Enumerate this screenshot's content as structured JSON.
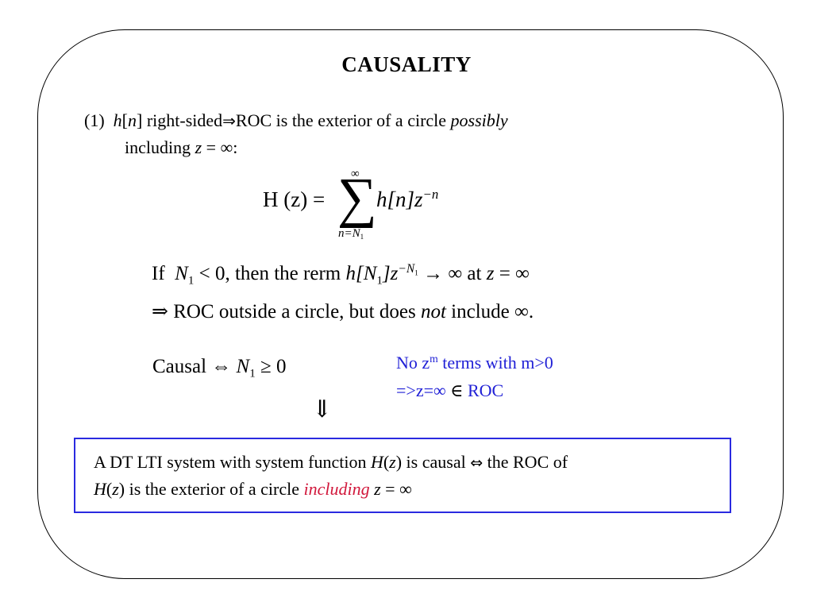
{
  "slide": {
    "title": "CAUSALITY",
    "item1": {
      "number": "(1)",
      "h": "h",
      "n": "n",
      "text_a": "right-sided",
      "arrow": "⇒",
      "text_b": "ROC is the exterior of a circle ",
      "possibly": "possibly",
      "line2_a": "including ",
      "z": "z",
      "eq_inf": " = ∞:"
    },
    "formula": {
      "lhs": "H (z) =",
      "upper": "∞",
      "sigma": "∑",
      "lower": "n=N",
      "lower_sub": "1",
      "body": "h[n]z",
      "exponent": "−n"
    },
    "if_line": {
      "if": "If",
      "n": "N",
      "n_sub": "1",
      "lt0": " < 0, then the rerm ",
      "term": "h[N",
      "term_sub": "1",
      "term_close": "]z",
      "exp": "−N",
      "exp_sub": "1",
      "tail": " → ∞ at ",
      "z": "z",
      "z_tail": " = ∞"
    },
    "roc_line": {
      "start": "⇒ ROC outside a circle, but does ",
      "not": "not",
      "end": " include ∞."
    },
    "causal": {
      "label": "Causal ⇔ ",
      "n": "N",
      "n_sub": "1",
      "tail": " ≥ 0"
    },
    "down_arrow": "⇓",
    "note": {
      "line1_a": "No z",
      "line1_sup": "m",
      "line1_b": " terms with m>0",
      "line2_a": "=>z=∞ ",
      "line2_in": "∈",
      "line2_b": " ROC"
    },
    "box": {
      "a1": "A DT LTI system with system function ",
      "H": "H",
      "z": "z",
      "a2": ") is causal ",
      "iff": "⇔",
      "a3": " the ROC of",
      "b1": "H",
      "bz": "z",
      "b2": ") is the exterior of a circle ",
      "including": "including",
      "bz2": "z",
      "b3": " = ∞"
    },
    "colors": {
      "note_blue": "#1f1fd6",
      "including_red": "#d1173b",
      "box_border": "#2a2ae0"
    }
  }
}
